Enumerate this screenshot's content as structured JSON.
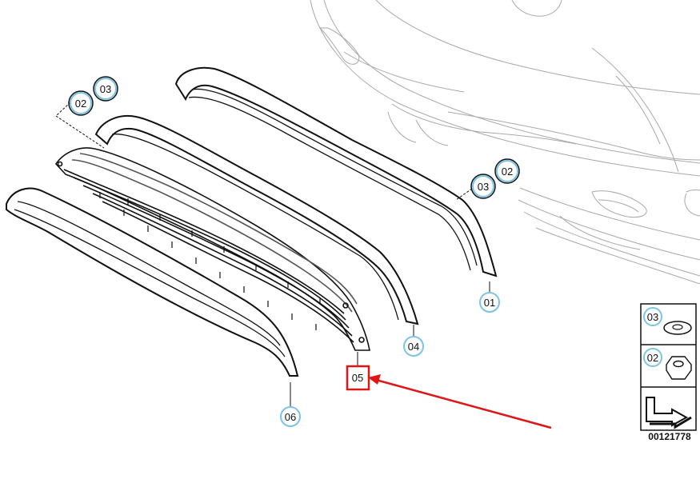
{
  "colors": {
    "line": "#111111",
    "light_line": "#9a9a9a",
    "callout_ring": "#7cc3e6",
    "highlight": "#e01515"
  },
  "callouts": {
    "c01": "01",
    "c02_left": "02",
    "c03_left": "03",
    "c02_right": "02",
    "c03_right": "03",
    "c04": "04",
    "c05": "05",
    "c06": "06"
  },
  "legend": {
    "washer_label": "03",
    "nut_label": "02",
    "doc_number": "00121778",
    "washer_icon": "washer-icon",
    "nut_icon": "hex-nut-icon",
    "direction_icon": "front-direction-arrow-icon"
  }
}
